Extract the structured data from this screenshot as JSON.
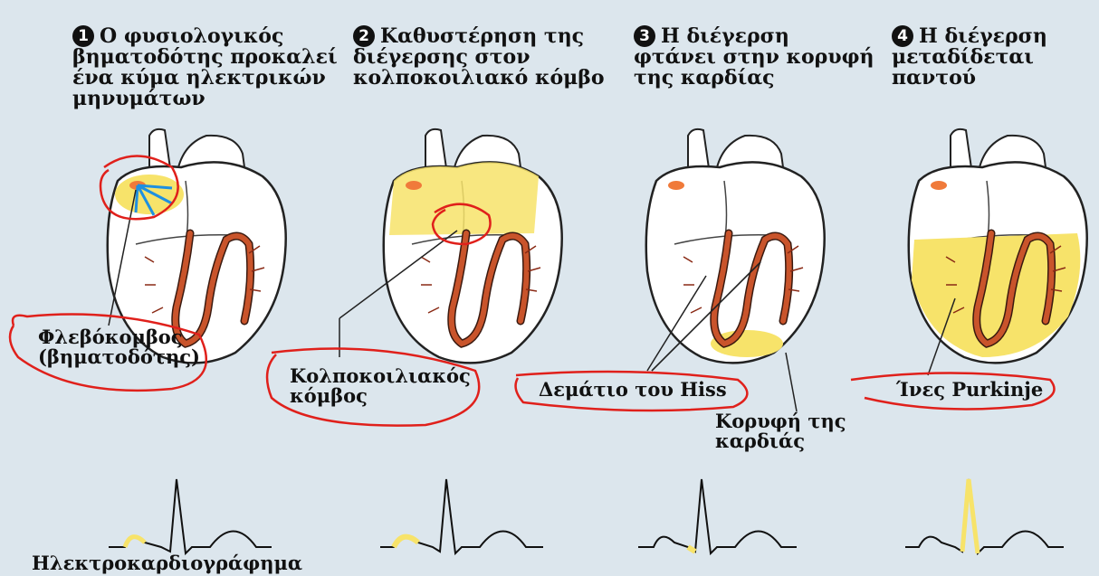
{
  "steps": [
    {
      "num": "1",
      "text": "Ο φυσιολογικός βηματοδότης προκαλεί ένα κύμα ηλεκτρικών μηνυμάτων"
    },
    {
      "num": "2",
      "text": "Καθυστέρηση της διέγερσης στον κολποκοιλιακό κόμβο"
    },
    {
      "num": "3",
      "text": "Η διέγερση φτάνει στην κορυφή της καρδίας"
    },
    {
      "num": "4",
      "text": "Η διέγερση μεταδίδεται παντού"
    }
  ],
  "labels": {
    "sinus_node": "Φλεβόκομβος (βηματοδότης)",
    "av_node": "Κολποκοιλιακός κόμβος",
    "his_bundle": "Δεμάτιο του Hiss",
    "apex": "Κορυφή της καρδιάς",
    "purkinje": "Ίνες Purkinje",
    "ecg": "Ηλεκτροκαρδιογράφημα"
  },
  "colors": {
    "background": "#dce6ed",
    "excitation": "#f7e36a",
    "conduction": "#c9542b",
    "annotation": "#e0201b",
    "arrow": "#1e90e0",
    "node": "#f07a3a"
  }
}
